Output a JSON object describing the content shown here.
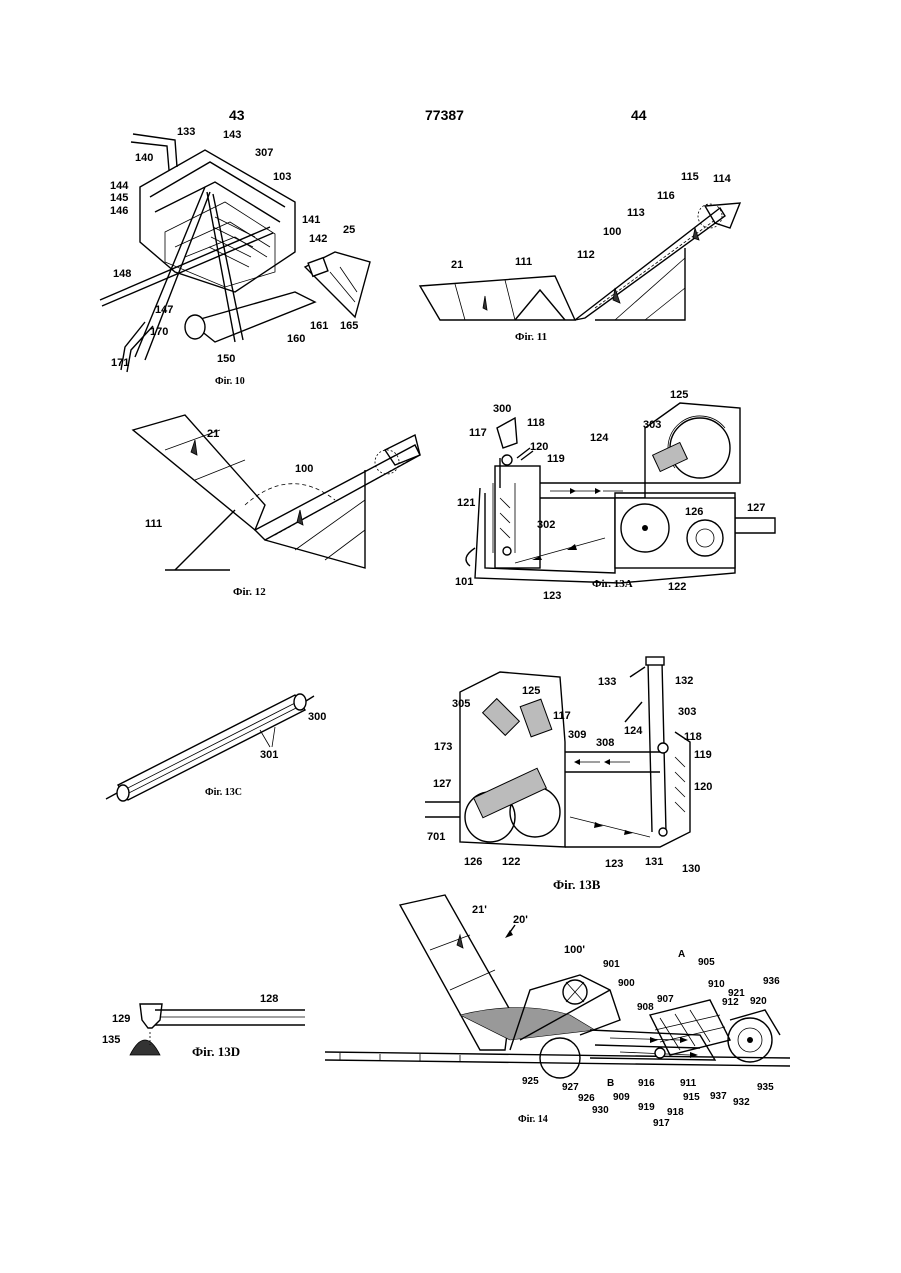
{
  "header": {
    "page_left": "43",
    "patent_number": "77387",
    "page_right": "44"
  },
  "figures": {
    "fig10": {
      "caption": "Фіг. 10",
      "labels": [
        "133",
        "143",
        "307",
        "140",
        "103",
        "144",
        "145",
        "146",
        "141",
        "142",
        "25",
        "148",
        "147",
        "170",
        "150",
        "160",
        "161",
        "165",
        "171"
      ]
    },
    "fig11": {
      "caption": "Фіг. 11",
      "labels": [
        "115",
        "114",
        "116",
        "113",
        "100",
        "112",
        "21",
        "111"
      ]
    },
    "fig12": {
      "caption": "Фіг. 12",
      "labels": [
        "21",
        "100",
        "111"
      ]
    },
    "fig13a": {
      "caption": "Фіг. 13А",
      "labels": [
        "300",
        "118",
        "117",
        "120",
        "119",
        "124",
        "125",
        "303",
        "121",
        "302",
        "126",
        "127",
        "101",
        "123",
        "122"
      ]
    },
    "fig13c": {
      "caption": "Фіг. 13С",
      "labels": [
        "300",
        "301"
      ]
    },
    "fig13b": {
      "caption": "Фіг. 13В",
      "labels": [
        "133",
        "132",
        "305",
        "125",
        "303",
        "117",
        "309",
        "308",
        "124",
        "118",
        "173",
        "119",
        "120",
        "127",
        "701",
        "126",
        "122",
        "123",
        "131",
        "130"
      ]
    },
    "fig13d": {
      "caption": "Фіг. 13D",
      "labels": [
        "128",
        "129",
        "135"
      ]
    },
    "fig14": {
      "caption": "Фіг. 14",
      "labels": [
        "21'",
        "20'",
        "100'",
        "901",
        "900",
        "905",
        "A",
        "907",
        "908",
        "936",
        "910",
        "921",
        "920",
        "912",
        "925",
        "927",
        "926",
        "B",
        "909",
        "916",
        "911",
        "915",
        "937",
        "932",
        "935",
        "930",
        "919",
        "918",
        "917"
      ]
    }
  }
}
